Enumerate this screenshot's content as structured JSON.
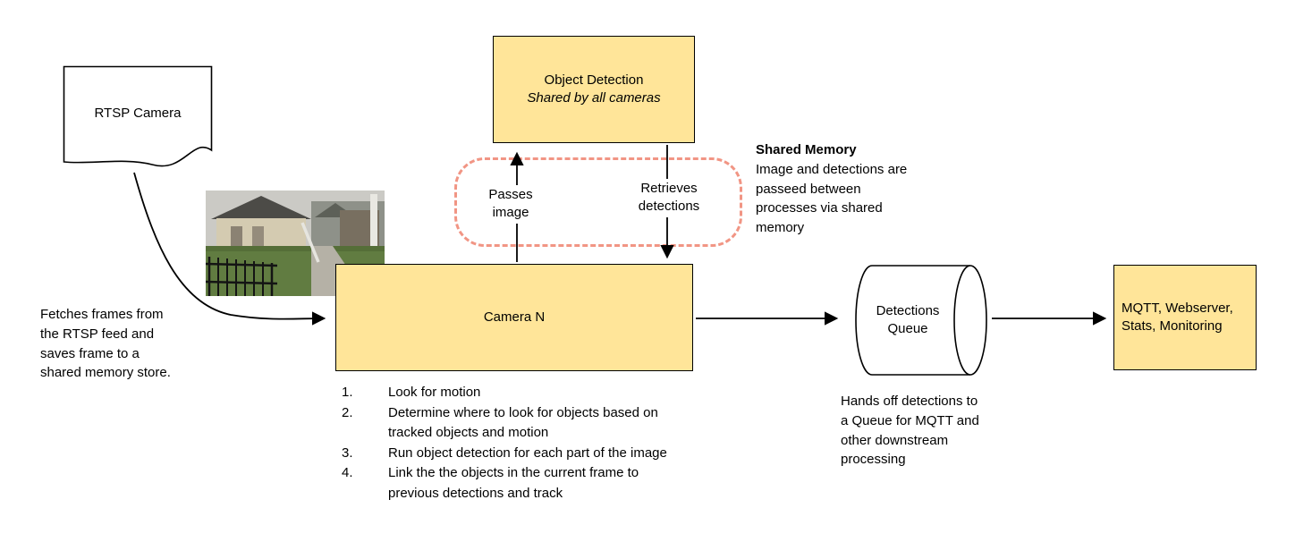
{
  "colors": {
    "node_fill": "#ffe599",
    "node_border": "#000000",
    "dashed_border": "#f19584",
    "arrow_color": "#000000"
  },
  "nodes": {
    "rtsp_camera": {
      "label": "RTSP Camera"
    },
    "object_detection": {
      "title": "Object Detection",
      "subtitle": "Shared by all cameras"
    },
    "camera_n": {
      "label": "Camera N"
    },
    "detections_queue": {
      "label": "Detections\nQueue"
    },
    "outputs": {
      "label": "MQTT, Webserver, Stats, Monitoring"
    }
  },
  "flow_labels": {
    "passes_image": "Passes\nimage",
    "retrieves_detections": "Retrieves\ndetections"
  },
  "annotations": {
    "shared_memory_title": "Shared Memory",
    "shared_memory_body": "Image and detections are passeed between processes via shared memory",
    "fetches_frames": "Fetches frames from the RTSP feed and saves frame to a shared memory store.",
    "hands_off": "Hands off detections to a Queue for MQTT and other downstream processing"
  },
  "steps": [
    {
      "num": "1.",
      "text": "Look for motion"
    },
    {
      "num": "2.",
      "text": "Determine where to look for objects based on tracked objects and motion"
    },
    {
      "num": "3.",
      "text": "Run object detection for each part of the image"
    },
    {
      "num": "4.",
      "text": "Link the the objects in the current frame to previous detections and track"
    }
  ]
}
